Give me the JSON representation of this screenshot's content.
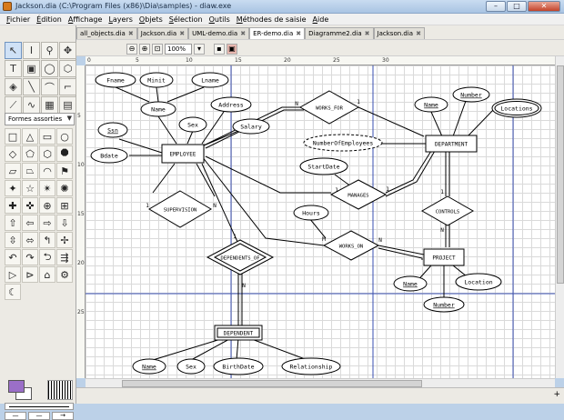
{
  "window": {
    "title": "Jackson.dia (C:\\Program Files (x86)\\Dia\\samples) - diaw.exe",
    "minimize": "–",
    "maximize": "□",
    "close": "✕"
  },
  "menu": [
    "Fichier",
    "Édition",
    "Affichage",
    "Layers",
    "Objets",
    "Sélection",
    "Outils",
    "Méthodes de saisie",
    "Aide"
  ],
  "tabs": [
    {
      "label": "all_objects.dia",
      "active": false
    },
    {
      "label": "Jackson.dia",
      "active": false
    },
    {
      "label": "UML-demo.dia",
      "active": false
    },
    {
      "label": "ER-demo.dia",
      "active": true
    },
    {
      "label": "Diagramme2.dia",
      "active": false
    },
    {
      "label": "Jackson.dia",
      "active": false
    }
  ],
  "zoom": {
    "value": "100%"
  },
  "sheet": {
    "selected": "Formes assorties"
  },
  "ruler": {
    "h_labels": [
      "0",
      "5",
      "10",
      "15",
      "20",
      "25",
      "30"
    ],
    "v_labels": [
      "5",
      "10",
      "15",
      "20",
      "25"
    ]
  },
  "colors": {
    "foreground": "#9b6fc8",
    "background": "#ffffff",
    "guide": "#3a4fb0"
  },
  "diagram": {
    "entities": {
      "employee": "EMPLOYEE",
      "department": "DEPARTMENT",
      "project": "PROJECT",
      "dependent": "DEPENDENT"
    },
    "relationships": {
      "works_for": "WORKS_FOR",
      "manages": "MANAGES",
      "works_on": "WORKS_ON",
      "controls": "CONTROLS",
      "supervision": "SUPERVISION",
      "dependents_of": "DEPENDENTS_OF"
    },
    "attributes": {
      "fname": "Fname",
      "minit": "Minit",
      "lname": "Lname",
      "name": "Name",
      "ssn": "Ssn",
      "sex": "Sex",
      "address": "Address",
      "salary": "Salary",
      "bdate": "Bdate",
      "dept_name": "Name",
      "dept_number": "Number",
      "locations": "Locations",
      "num_employees": "NumberOfEmployees",
      "startdate": "StartDate",
      "hours": "Hours",
      "proj_name": "Name",
      "proj_number": "Number",
      "proj_location": "Location",
      "dep_name": "Name",
      "dep_sex": "Sex",
      "birthdate": "BirthDate",
      "relationship": "Relationship"
    },
    "cardinalities": {
      "works_for_emp": "N",
      "works_for_dept": "1",
      "manages_emp": "1",
      "manages_dept": "1",
      "works_on_emp": "M",
      "works_on_proj": "N",
      "controls_dept": "1",
      "controls_proj": "N",
      "supervision_1": "1",
      "supervision_n": "N",
      "dependents_emp": "1",
      "dependents_dep": "N"
    }
  }
}
